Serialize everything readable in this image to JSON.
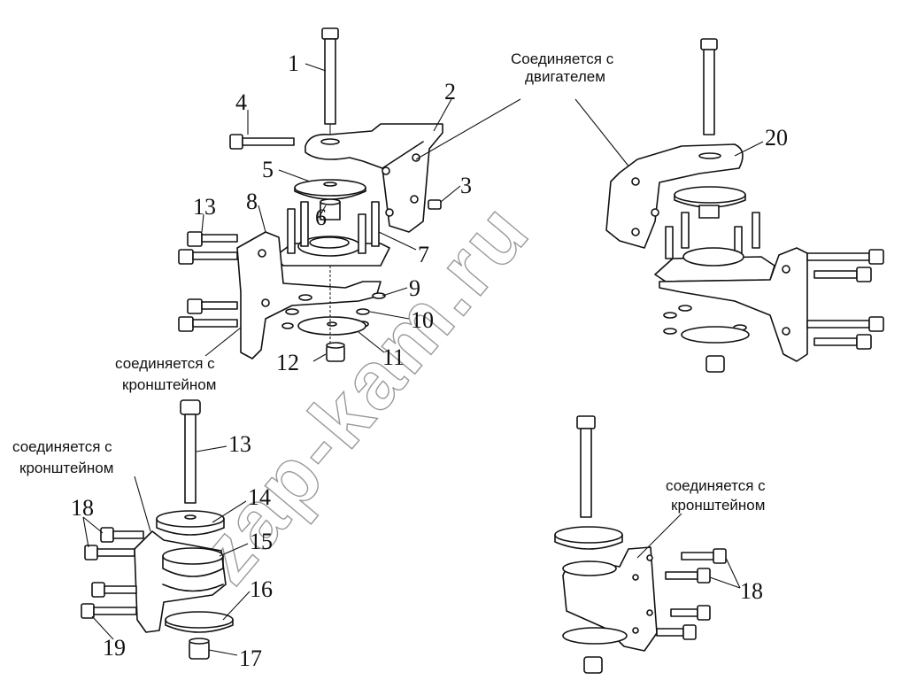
{
  "watermark": "zap-kam.ru",
  "labels": {
    "engine_note": "Соединяется с двигателем",
    "engine_note_line1": "Соединяется с",
    "engine_note_line2": "двигателем",
    "bracket_note_a_line1": "соединяется с",
    "bracket_note_a_line2": "кронштейном",
    "bracket_note_b_line1": "соединяется с",
    "bracket_note_b_line2": "кронштейном",
    "bracket_note_c_line1": "соединяется с",
    "bracket_note_c_line2": "кронштейном"
  },
  "callouts": {
    "n1": "1",
    "n2": "2",
    "n3": "3",
    "n4": "4",
    "n5": "5",
    "n6": "6",
    "n7": "7",
    "n8": "8",
    "n9": "9",
    "n10": "10",
    "n11": "11",
    "n12": "12",
    "n13a": "13",
    "n20": "20",
    "n13b": "13",
    "n14": "14",
    "n15": "15",
    "n16": "16",
    "n17": "17",
    "n18a": "18",
    "n19": "19",
    "n18b": "18"
  }
}
